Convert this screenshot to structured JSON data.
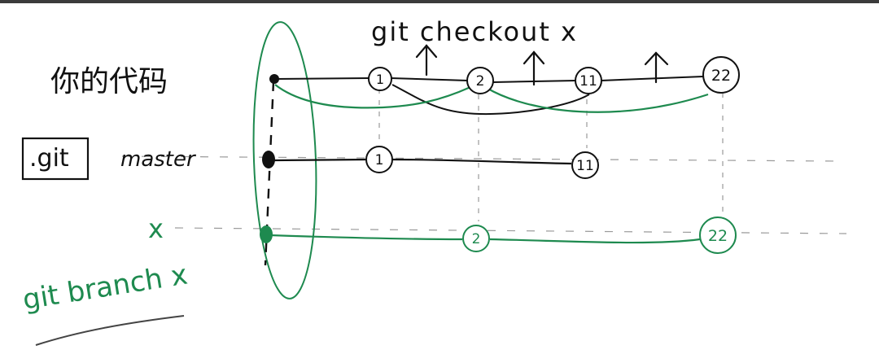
{
  "title": "git checkout x",
  "labels": {
    "workspace": "你的代码",
    "git_dir": ".git",
    "master": "master",
    "branch_x": "x",
    "branch_cmd": "git branch x"
  },
  "nodes": {
    "ws": [
      "1",
      "2",
      "11",
      "22"
    ],
    "master": [
      "1",
      "11"
    ],
    "x": [
      "2",
      "22"
    ]
  },
  "colors": {
    "ink": "#111111",
    "green": "#1e8a4f",
    "grey": "#8a8a8a",
    "background": "#ffffff"
  }
}
